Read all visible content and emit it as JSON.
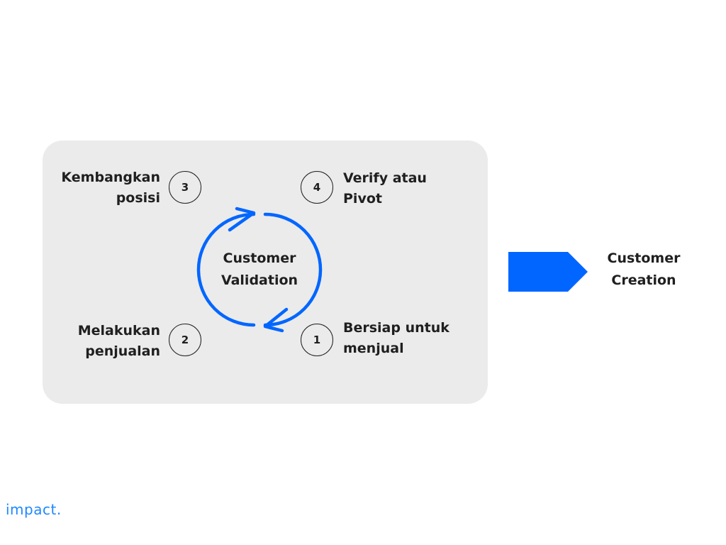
{
  "cycle": {
    "title_lines": [
      "Customer",
      "Validation"
    ],
    "steps": [
      {
        "number": "1",
        "lines": [
          "Bersiap untuk",
          "menjual"
        ]
      },
      {
        "number": "2",
        "lines": [
          "Melakukan",
          "penjualan"
        ]
      },
      {
        "number": "3",
        "lines": [
          "Kembangkan",
          "posisi"
        ]
      },
      {
        "number": "4",
        "lines": [
          "Verify atau",
          "Pivot"
        ]
      }
    ]
  },
  "next_stage": {
    "lines": [
      "Customer",
      "Creation"
    ]
  },
  "logo": {
    "text": "impact."
  },
  "colors": {
    "accent": "#0066ff",
    "panel": "#ebebeb",
    "text": "#1f1f1f",
    "logo": "#1e88ff"
  },
  "icons": {
    "cycle": "circular-arrows-icon",
    "next": "pentagon-arrow-right-icon"
  }
}
